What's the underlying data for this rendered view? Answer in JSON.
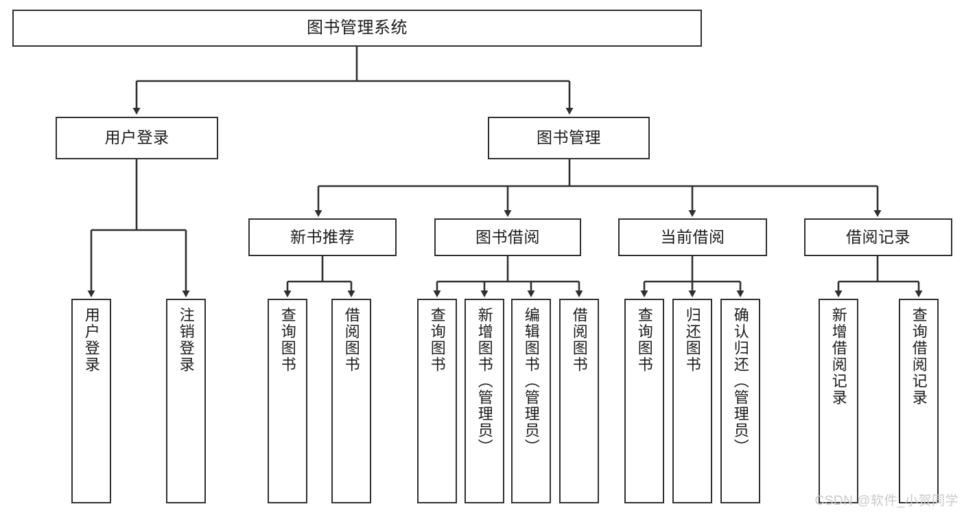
{
  "diagram": {
    "title": "图书管理系统",
    "type": "功能结构图",
    "colors": {
      "box_border": "#2f2f2f",
      "box_fill": "#ffffff",
      "line": "#2f2f2f",
      "text": "#1b1b1b",
      "watermark": "#c9c9c9",
      "background": "#ffffff"
    },
    "root": {
      "label": "图书管理系统"
    },
    "level2": [
      {
        "label": "用户登录"
      },
      {
        "label": "图书管理"
      }
    ],
    "level3": [
      {
        "label": "新书推荐"
      },
      {
        "label": "图书借阅"
      },
      {
        "label": "当前借阅"
      },
      {
        "label": "借阅记录"
      }
    ],
    "leaves": {
      "user_login": [
        {
          "label": "用户登录"
        },
        {
          "label": "注销登录"
        }
      ],
      "new_book_recommend": [
        {
          "label": "查询图书"
        },
        {
          "label": "借阅图书"
        }
      ],
      "book_borrow": [
        {
          "label": "查询图书"
        },
        {
          "label": "新增图书（管理员）"
        },
        {
          "label": "编辑图书（管理员）"
        },
        {
          "label": "借阅图书"
        }
      ],
      "current_borrow": [
        {
          "label": "查询图书"
        },
        {
          "label": "归还图书"
        },
        {
          "label": "确认归还（管理员）"
        }
      ],
      "borrow_record": [
        {
          "label": "新增借阅记录"
        },
        {
          "label": "查询借阅记录"
        }
      ]
    },
    "watermark": "CSDN @软件_小贺同学"
  }
}
